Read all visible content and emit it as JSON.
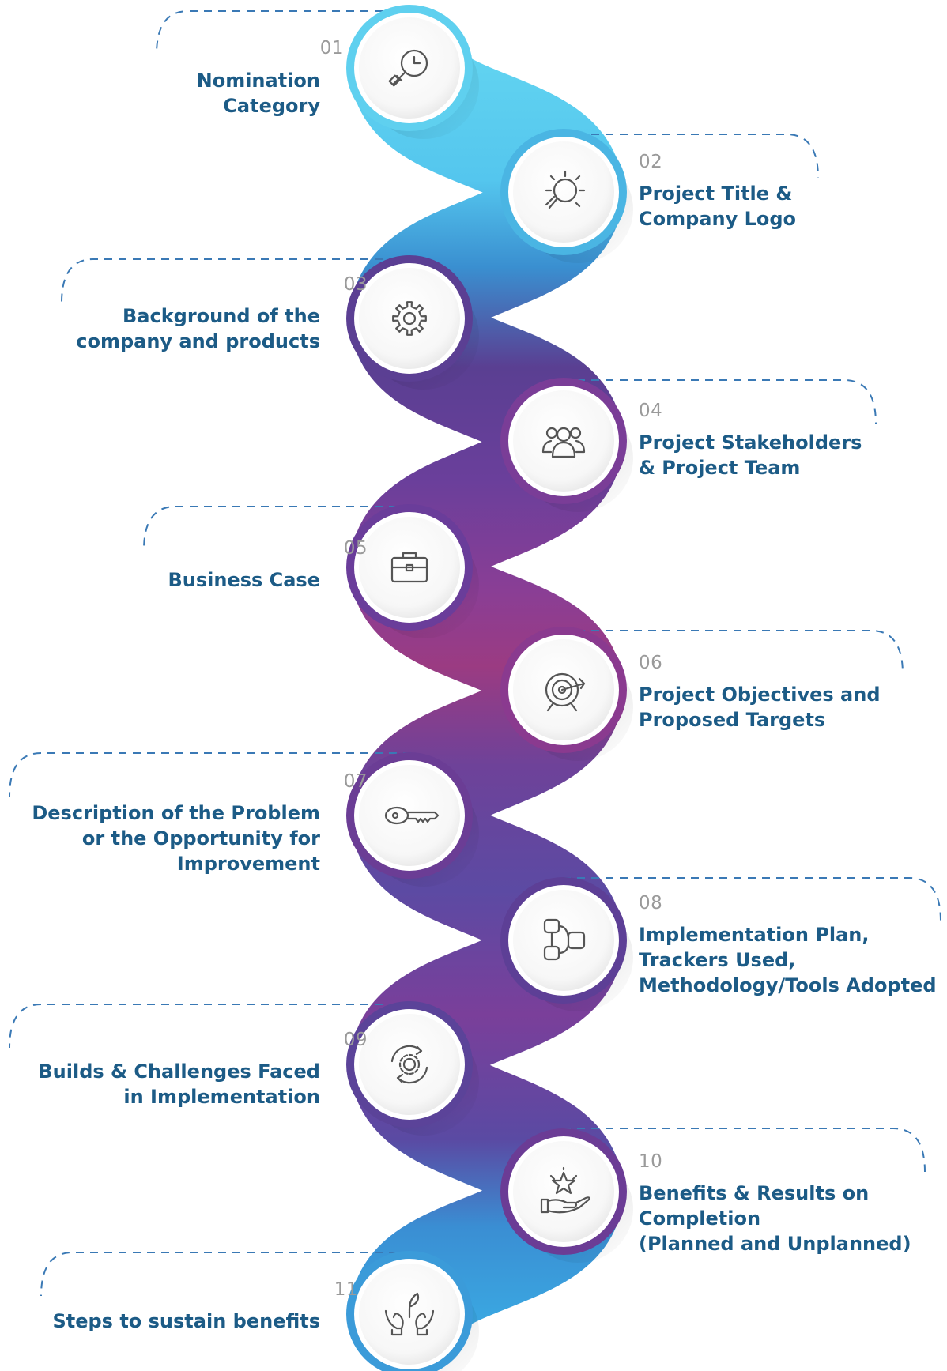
{
  "steps": [
    {
      "number": "01",
      "title": "Nomination\nCategory",
      "icon": "search-clock-icon"
    },
    {
      "number": "02",
      "title": "Project Title &\nCompany Logo",
      "icon": "lightbulb-icon"
    },
    {
      "number": "03",
      "title": "Background of the\ncompany and products",
      "icon": "gear-icon"
    },
    {
      "number": "04",
      "title": "Project Stakeholders\n& Project Team",
      "icon": "team-icon"
    },
    {
      "number": "05",
      "title": "Business Case",
      "icon": "briefcase-icon"
    },
    {
      "number": "06",
      "title": "Project Objectives and\nProposed Targets",
      "icon": "target-icon"
    },
    {
      "number": "07",
      "title": "Description of the Problem\nor the Opportunity for\nImprovement",
      "icon": "key-icon"
    },
    {
      "number": "08",
      "title": "Implementation Plan,\nTrackers Used,\nMethodology/Tools Adopted",
      "icon": "flowchart-icon"
    },
    {
      "number": "09",
      "title": "Builds & Challenges Faced\nin Implementation",
      "icon": "gear-cycle-icon"
    },
    {
      "number": "10",
      "title": "Benefits & Results on\nCompletion\n(Planned and Unplanned)",
      "icon": "hand-star-icon"
    },
    {
      "number": "11",
      "title": "Steps to sustain benefits",
      "icon": "hands-plant-icon"
    }
  ],
  "colors": {
    "label": "#1c5b86",
    "number": "#9a9a9a",
    "icon": "#555555",
    "ring": [
      "#5fd0ef",
      "#4ab5e3",
      "#5b3f93",
      "#7a3d97",
      "#6a3d9a",
      "#8a3a8f",
      "#6b3d95",
      "#5d3f96",
      "#5b4399",
      "#6b3c95",
      "#3b9bd9"
    ]
  }
}
